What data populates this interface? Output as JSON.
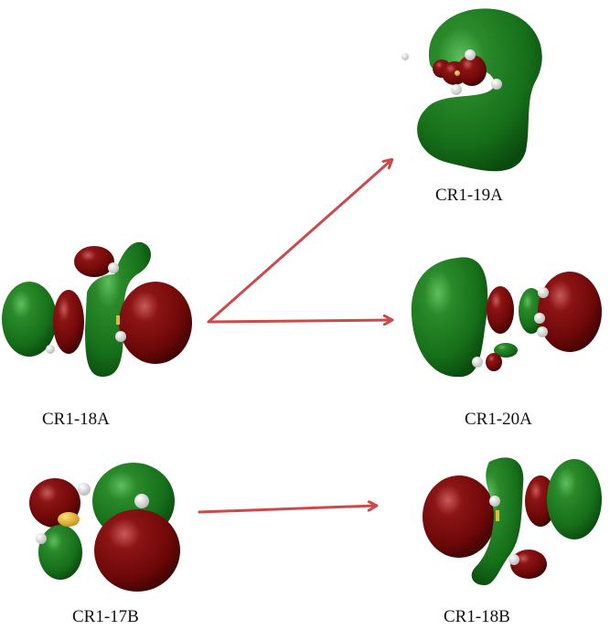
{
  "figure": {
    "description": "Molecular orbital transitions diagram",
    "colors": {
      "positive_lobe": "#1f7a1f",
      "negative_lobe": "#7a0a0a",
      "arrow": "#cc4a4a",
      "atom_h": "#f2f2f2",
      "atom_s": "#e6b83a"
    },
    "orbitals": [
      {
        "id": "cr1-18a",
        "label": "CR1-18A"
      },
      {
        "id": "cr1-19a",
        "label": "CR1-19A"
      },
      {
        "id": "cr1-20a",
        "label": "CR1-20A"
      },
      {
        "id": "cr1-17b",
        "label": "CR1-17B"
      },
      {
        "id": "cr1-18b",
        "label": "CR1-18B"
      }
    ],
    "transitions": [
      {
        "from": "CR1-18A",
        "to": "CR1-19A"
      },
      {
        "from": "CR1-18A",
        "to": "CR1-20A"
      },
      {
        "from": "CR1-17B",
        "to": "CR1-18B"
      }
    ]
  }
}
